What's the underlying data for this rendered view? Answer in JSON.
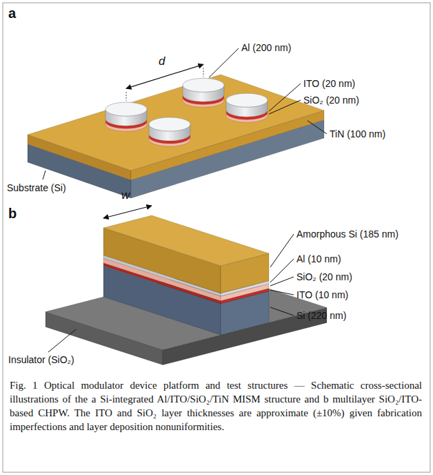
{
  "diagram": {
    "caption": "Fig. 1 Optical modulator device platform and test structures — Schematic cross-sectional illustrations of the a Si-integrated Al/ITO/SiO₂/TiN MISM structure and b multilayer SiO₂/ITO-based CHPW. The ITO and SiO₂ layer thicknesses are approximate (±10%) given fabrication imperfections and layer deposition nonuniformities.",
    "labels": [
      "a",
      "Al (200 nm)",
      "d",
      "ITO (20 nm)",
      "SiO₂ (20 nm)",
      "TiN (100 nm)",
      "Substrate (Si)",
      "b",
      "w",
      "Amorphous Si (185 nm)",
      "Al (10 nm)",
      "SiO₂ (20 nm)",
      "ITO (10 nm)",
      "Si (220 nm)",
      "Insulator (SiO₂)"
    ]
  }
}
